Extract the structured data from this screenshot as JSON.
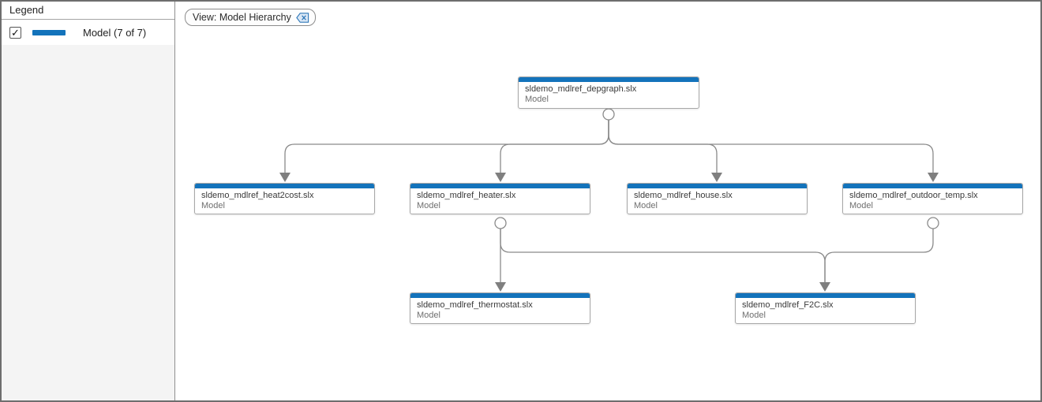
{
  "legend": {
    "title": "Legend",
    "item": {
      "label": "Model (7 of 7)",
      "checked": true,
      "checkmark": "✓",
      "swatch_color": "#1373bb"
    }
  },
  "toolbar": {
    "view_chip_label": "View: Model Hierarchy",
    "close_icon": "backspace-x-icon"
  },
  "graph": {
    "accent_color": "#1373bb",
    "nodes": [
      {
        "id": "depgraph",
        "title": "sldemo_mdlref_depgraph.slx",
        "type_label": "Model"
      },
      {
        "id": "heat2cost",
        "title": "sldemo_mdlref_heat2cost.slx",
        "type_label": "Model"
      },
      {
        "id": "heater",
        "title": "sldemo_mdlref_heater.slx",
        "type_label": "Model"
      },
      {
        "id": "house",
        "title": "sldemo_mdlref_house.slx",
        "type_label": "Model"
      },
      {
        "id": "outdoor_temp",
        "title": "sldemo_mdlref_outdoor_temp.slx",
        "type_label": "Model"
      },
      {
        "id": "thermostat",
        "title": "sldemo_mdlref_thermostat.slx",
        "type_label": "Model"
      },
      {
        "id": "F2C",
        "title": "sldemo_mdlref_F2C.slx",
        "type_label": "Model"
      }
    ],
    "edges": [
      {
        "from": "depgraph",
        "to": "heat2cost"
      },
      {
        "from": "depgraph",
        "to": "heater"
      },
      {
        "from": "depgraph",
        "to": "house"
      },
      {
        "from": "depgraph",
        "to": "outdoor_temp"
      },
      {
        "from": "heater",
        "to": "thermostat"
      },
      {
        "from": "heater",
        "to": "F2C"
      },
      {
        "from": "outdoor_temp",
        "to": "F2C"
      }
    ]
  }
}
